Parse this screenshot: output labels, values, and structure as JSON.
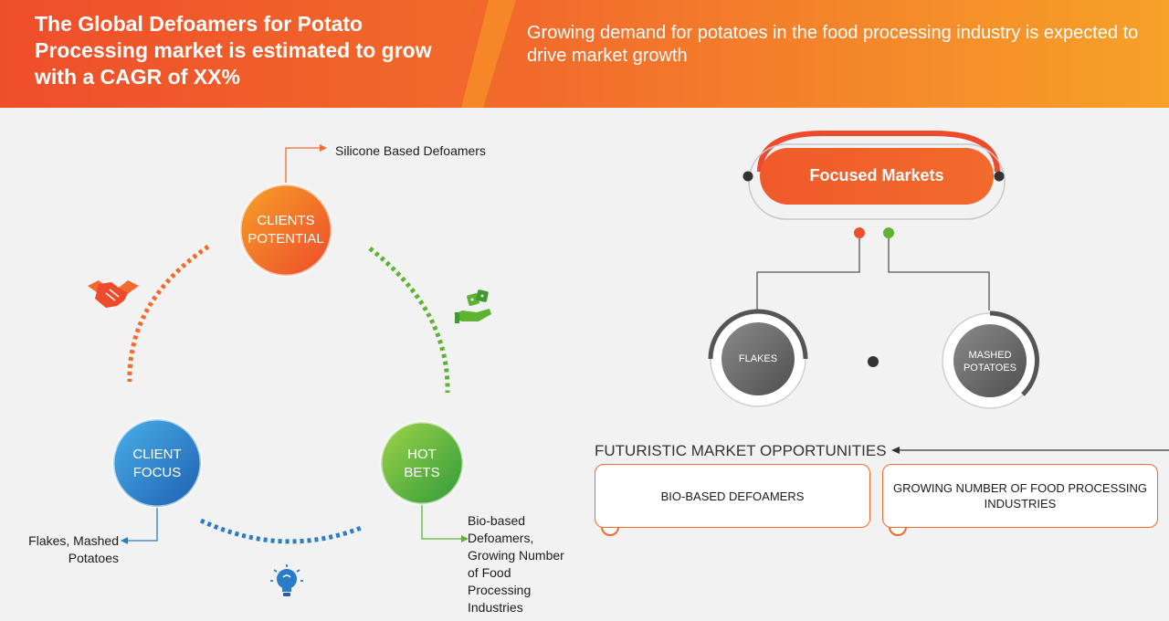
{
  "header": {
    "title": "The Global Defoamers for Potato Processing market is estimated to grow with a CAGR of XX%",
    "subtitle": "Growing demand for potatoes in the food processing industry is expected to drive market growth"
  },
  "cycle": {
    "clients_potential": {
      "line1": "CLIENTS",
      "line2": "POTENTIAL",
      "note": "Silicone Based Defoamers"
    },
    "hot_bets": {
      "line1": "HOT",
      "line2": "BETS",
      "note": [
        "Bio-based",
        "Defoamers,",
        "Growing Number",
        "of Food",
        "Processing",
        "Industries"
      ]
    },
    "client_focus": {
      "line1": "CLIENT",
      "line2": "FOCUS",
      "note": [
        "Flakes, Mashed",
        "Potatoes"
      ]
    }
  },
  "focused_markets": {
    "title": "Focused Markets",
    "left": "FLAKES",
    "right": {
      "line1": "MASHED",
      "line2": "POTATOES"
    }
  },
  "futuristic": {
    "title": "FUTURISTIC MARKET OPPORTUNITIES",
    "items": [
      {
        "text": "BIO-BASED DEFOAMERS"
      },
      {
        "text": "GROWING NUMBER OF FOOD PROCESSING INDUSTRIES"
      }
    ]
  },
  "colors": {
    "orange": "#f26a2c",
    "red_orange": "#ef4e2b",
    "green": "#5fb332",
    "blue": "#2a7cc7",
    "gray": "#6d6d6d"
  },
  "icons": [
    "handshake-icon",
    "dice-hand-icon",
    "lightbulb-icon"
  ]
}
